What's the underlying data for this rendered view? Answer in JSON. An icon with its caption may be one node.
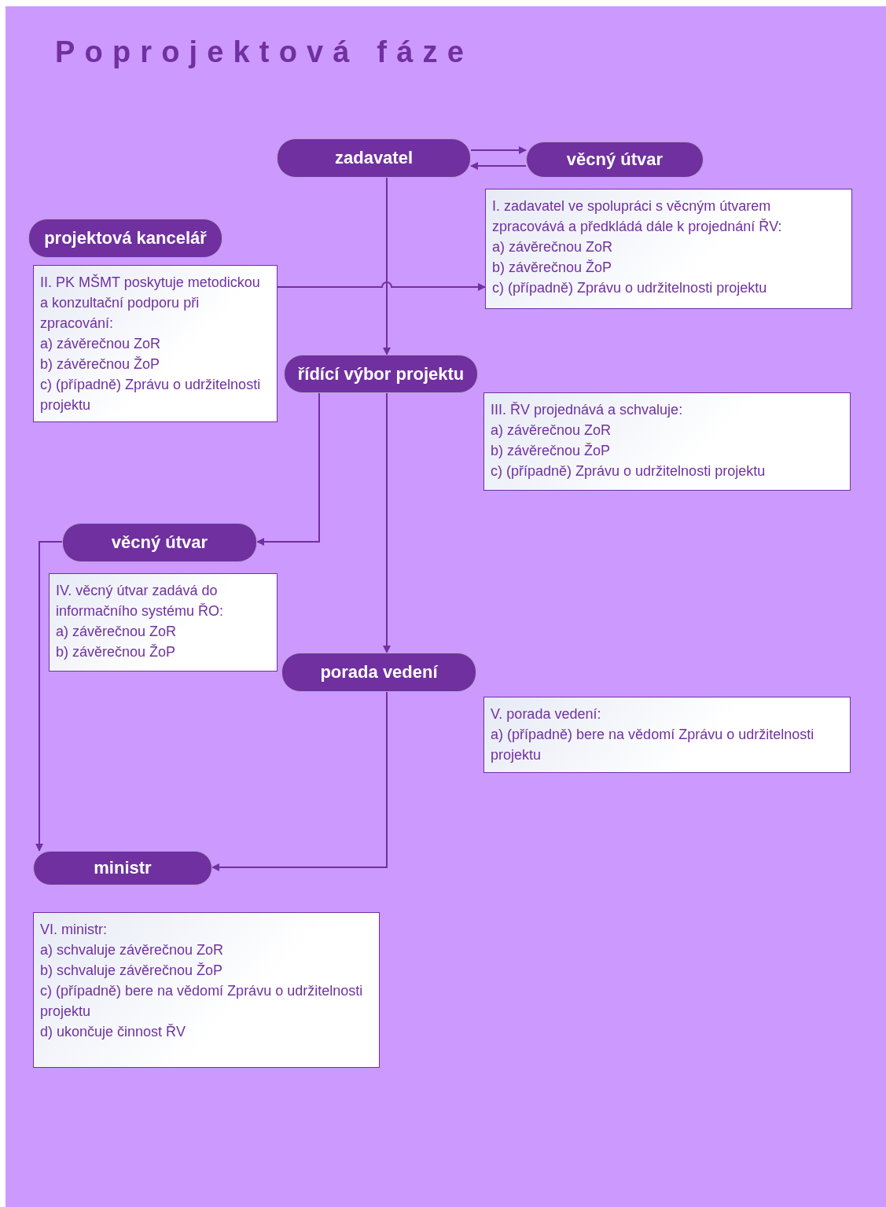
{
  "diagram": {
    "title": "Poprojektová fáze",
    "nodes": [
      {
        "text": [
          "zadavatel"
        ]
      },
      {
        "text": [
          "věcný útvar"
        ]
      },
      {
        "text": [
          "I. zadavatel ve spolupráci s věcným útvarem zpracovává a předkládá dále k projednání ŘV:",
          "a) závěrečnou ZoR",
          "b) závěrečnou ŽoP",
          "c) (případně) Zprávu o udržitelnosti projektu"
        ]
      },
      {
        "text": [
          "projektová kancelář"
        ]
      },
      {
        "text": [
          "II. PK MŠMT poskytuje metodickou a konzultační podporu při zpracování:",
          "a) závěrečnou ZoR",
          "b) závěrečnou ŽoP",
          "c) (případně) Zprávu o udržitelnosti projektu"
        ]
      },
      {
        "text": [
          "řídící výbor projektu"
        ]
      },
      {
        "text": [
          "III. ŘV projednává a schvaluje:",
          "a) závěrečnou ZoR",
          "b) závěrečnou ŽoP",
          "c) (případně) Zprávu o udržitelnosti projektu"
        ]
      },
      {
        "text": [
          "věcný útvar"
        ]
      },
      {
        "text": [
          "IV. věcný útvar zadává do informačního systému ŘO:",
          "a) závěrečnou ZoR",
          "b) závěrečnou ŽoP"
        ]
      },
      {
        "text": [
          "porada vedení"
        ]
      },
      {
        "text": [
          "V. porada vedení:",
          "a) (případně) bere na vědomí Zprávu o udržitelnosti projektu"
        ]
      },
      {
        "text": [
          "ministr"
        ]
      },
      {
        "text": [
          "VI. ministr:",
          "a) schvaluje závěrečnou ZoR",
          "b) schvaluje závěrečnou ŽoP",
          "c) (případně) bere na vědomí Zprávu o udržitelnosti projektu",
          "d) ukončuje činnost ŘV"
        ]
      }
    ],
    "edges": [
      {
        "from": 0,
        "to": 1,
        "arrow": "to"
      },
      {
        "from": 1,
        "to": 0,
        "arrow": "to"
      },
      {
        "from": 0,
        "to": 5,
        "arrow": "to"
      },
      {
        "from": 4,
        "to": 2,
        "arrow": "to"
      },
      {
        "from": 5,
        "to": 7,
        "arrow": "to"
      },
      {
        "from": 5,
        "to": 9,
        "arrow": "to"
      },
      {
        "from": 7,
        "to": 11,
        "arrow": "to"
      },
      {
        "from": 9,
        "to": 11,
        "arrow": "to"
      }
    ]
  }
}
